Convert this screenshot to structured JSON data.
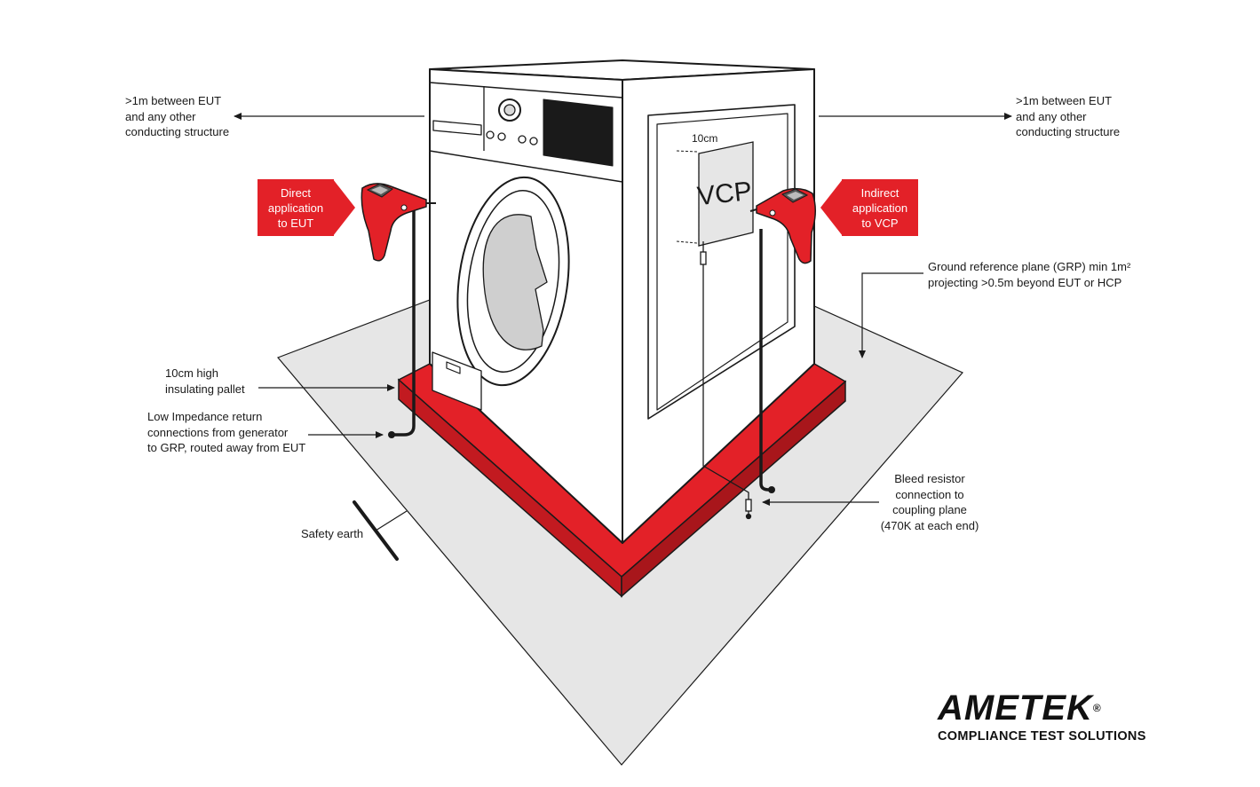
{
  "labels": {
    "clearance_left": ">1m between EUT\nand any other\nconducting structure",
    "clearance_right": ">1m between EUT\nand any other\nconducting structure",
    "direct": "Direct\napplication\nto EUT",
    "indirect": "Indirect\napplication\nto VCP",
    "grp": "Ground reference plane (GRP) min 1m²\nprojecting >0.5m beyond EUT or HCP",
    "pallet": "10cm high\ninsulating pallet",
    "low_impedance": "Low Impedance return\nconnections from generator\nto GRP, routed away from EUT",
    "bleed": "Bleed resistor\nconnection to\ncoupling plane\n(470K at each end)",
    "safety_earth": "Safety earth",
    "vcp": "VCP",
    "dim_10cm": "10cm"
  },
  "logo": {
    "brand": "AMETEK",
    "registered": "®",
    "tagline": "COMPLIANCE TEST SOLUTIONS"
  },
  "colors": {
    "accent_red": "#e32128",
    "ground_plane": "#e6e6e6",
    "outline": "#1a1a1a"
  }
}
